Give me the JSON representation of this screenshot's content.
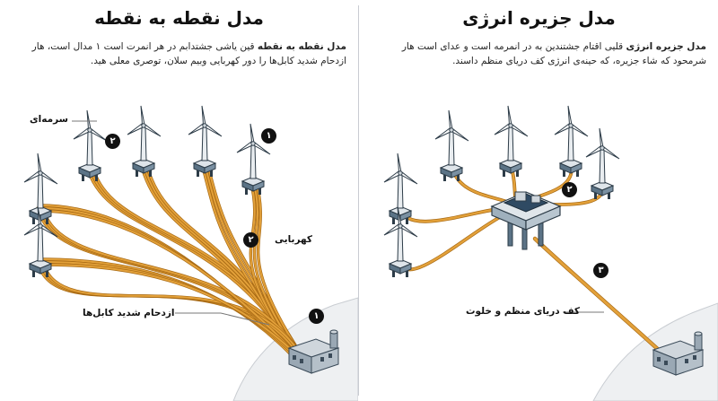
{
  "left_panel": {
    "title": "مدل نقطه به نقطه",
    "desc_bold": "مدل نقطه به نقطه",
    "desc_text": " قین یاشی جشتدابم در هر انمرت است ۱ مدال است، هار ازدحام شدید کابل‌ها را دور کهربایی وبیم سلان، توصری معلی هید.",
    "label_1": "سرمه‌ای",
    "label_2": "کهربایی",
    "label_3": "ازدحام شدید کابل‌ها",
    "badges": [
      "۱",
      "۲",
      "۲",
      "۱"
    ]
  },
  "right_panel": {
    "title": "مدل جزیره انرژی",
    "desc_bold": "مدل جزیره انرژی",
    "desc_text": " قلیی اقتام جشتندین به در انمرمه است و عدای است هار شرمحود که شاء جزیره، که حینه‌ی انرژی کف دریای منظم داسند.",
    "label_1": "کف دریای منظم و خلوت",
    "badges": [
      "۲",
      "۳"
    ]
  },
  "colors": {
    "cable": "#e3a13a",
    "cable_dark": "#a86a14",
    "turbine_base": "#5b7386",
    "seabed": "#eef0f2"
  }
}
